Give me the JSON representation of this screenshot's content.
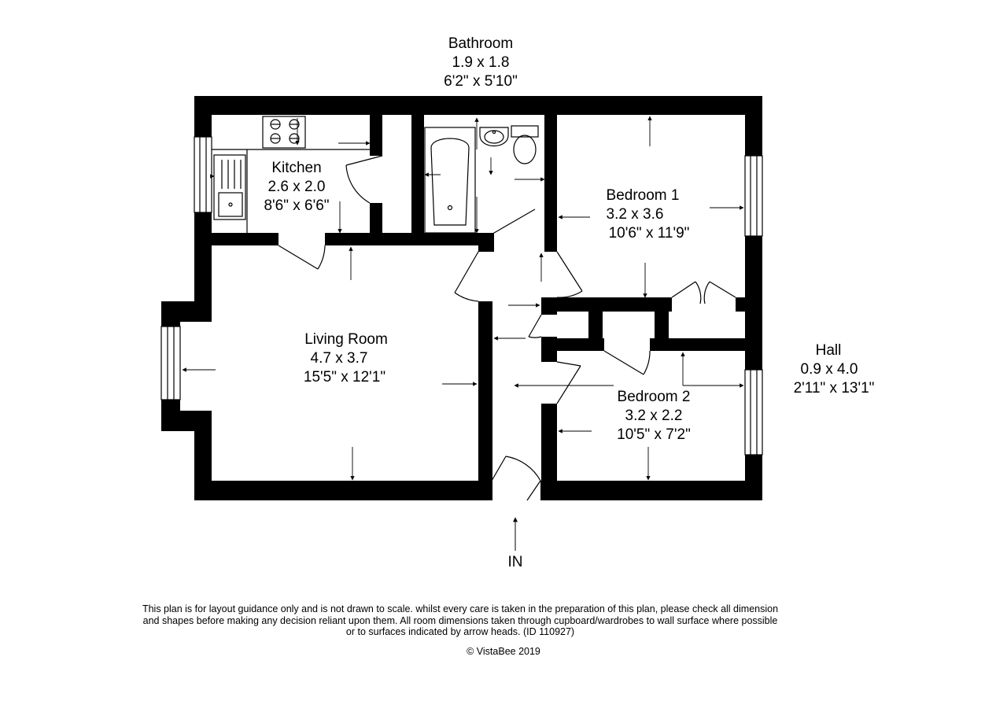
{
  "rooms": {
    "bathroom": {
      "name": "Bathroom",
      "metric": "1.9 x 1.8",
      "imperial": "6'2\" x 5'10\""
    },
    "kitchen": {
      "name": "Kitchen",
      "metric": "2.6 x 2.0",
      "imperial": "8'6\" x 6'6\""
    },
    "bedroom1": {
      "name": "Bedroom 1",
      "metric": "3.2 x 3.6",
      "imperial": "10'6\" x 11'9\""
    },
    "living_room": {
      "name": "Living Room",
      "metric": "4.7 x 3.7",
      "imperial": "15'5\" x 12'1\""
    },
    "hall": {
      "name": "Hall",
      "metric": "0.9 x 4.0",
      "imperial": "2'11\" x 13'1\""
    },
    "bedroom2": {
      "name": "Bedroom 2",
      "metric": "3.2 x 2.2",
      "imperial": "10'5\" x 7'2\""
    }
  },
  "entrance": {
    "label": "IN"
  },
  "footer": {
    "disclaimer": "This plan is for layout guidance only and is not drawn to scale. whilst every care is taken in the preparation of this plan, please check all dimension and shapes before making any decision reliant upon them. All room dimensions taken through cupboard/wardrobes to wall surface where possible or to surfaces indicated by arrow heads. (ID 110927)",
    "copyright": "© VistaBee 2019"
  },
  "colors": {
    "wall": "#000000",
    "background": "#ffffff",
    "fixture_line": "#000000"
  },
  "icons": [
    "hob-icon",
    "sink-icon",
    "bath-icon",
    "basin-icon",
    "toilet-icon",
    "window-icon",
    "door-swing-icon",
    "dimension-arrow-icon",
    "entrance-arrow-icon"
  ]
}
